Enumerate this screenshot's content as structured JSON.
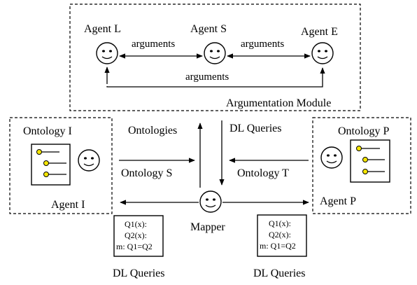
{
  "argumentation_module": {
    "title": "Argumentation Module",
    "agent_l": "Agent L",
    "agent_s": "Agent S",
    "agent_e": "Agent E",
    "arg_ls": "arguments",
    "arg_se": "arguments",
    "arg_le": "arguments"
  },
  "agent_i_panel": {
    "ontology_label": "Ontology I",
    "agent_label": "Agent I"
  },
  "agent_p_panel": {
    "ontology_label": "Ontology P",
    "agent_label": "Agent P"
  },
  "center": {
    "ontologies_label": "Ontologies",
    "dl_queries_top": "DL Queries",
    "ontology_s": "Ontology S",
    "ontology_t": "Ontology T",
    "mapper_label": "Mapper"
  },
  "left_query_box": {
    "line1": "Q1(x):",
    "line2": "Q2(x):",
    "line3": "m: Q1=Q2",
    "caption": "DL Queries"
  },
  "right_query_box": {
    "line1": "Q1(x):",
    "line2": "Q2(x):",
    "line3": "m: Q1=Q2",
    "caption": "DL Queries"
  },
  "colors": {
    "ontology_node": "#f5e600"
  }
}
